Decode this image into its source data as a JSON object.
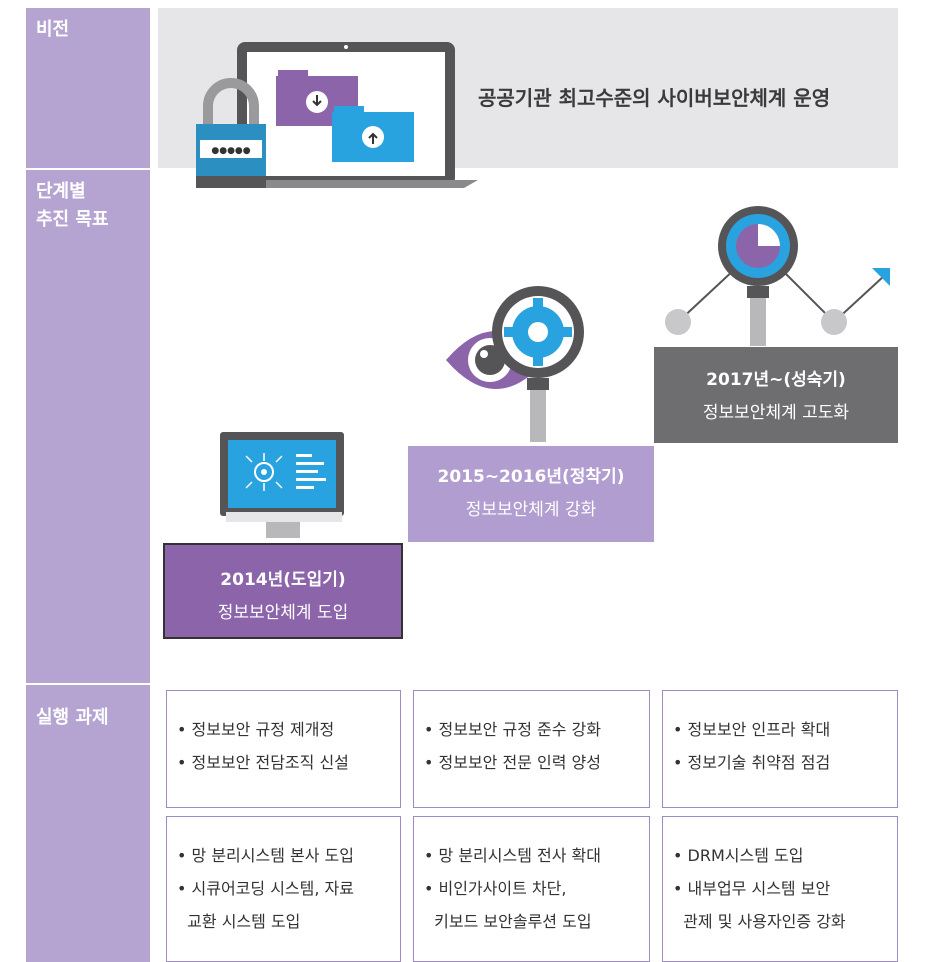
{
  "sidebar": {
    "vision": "비전",
    "goals": "단계별\n추진 목표",
    "tasks": "실행 과제"
  },
  "vision": {
    "statement": "공공기관 최고수준의 사이버보안체계 운영",
    "password_dots": "●●●●●"
  },
  "stages": [
    {
      "title": "2014년(도입기)",
      "subtitle": "정보보안체계 도입"
    },
    {
      "title": "2015~2016년(정착기)",
      "subtitle": "정보보안체계 강화"
    },
    {
      "title": "2017년~(성숙기)",
      "subtitle": "정보보안체계 고도화"
    }
  ],
  "tasks": {
    "row1": [
      [
        "• 정보보안 규정 제개정",
        "• 정보보안 전담조직 신설"
      ],
      [
        "• 정보보안 규정 준수 강화",
        "• 정보보안 전문 인력 양성"
      ],
      [
        "• 정보보안 인프라 확대",
        "• 정보기술 취약점 점검"
      ]
    ],
    "row2": [
      [
        "• 망 분리시스템 본사 도입",
        "• 시큐어코딩 시스템, 자료",
        "  교환 시스템 도입"
      ],
      [
        "• 망 분리시스템 전사 확대",
        "• 비인가사이트 차단,",
        "  키보드 보안솔루션 도입"
      ],
      [
        "• DRM시스템 도입",
        "• 내부업무 시스템 보안",
        "  관제 및 사용자인증 강화"
      ]
    ]
  },
  "colors": {
    "sidebar": "#b5a4d1",
    "stage1": "#8b64aa",
    "stage2": "#b19dd0",
    "stage3": "#6e6d70",
    "accent_blue": "#29a3e0",
    "border": "#a08ac3"
  }
}
